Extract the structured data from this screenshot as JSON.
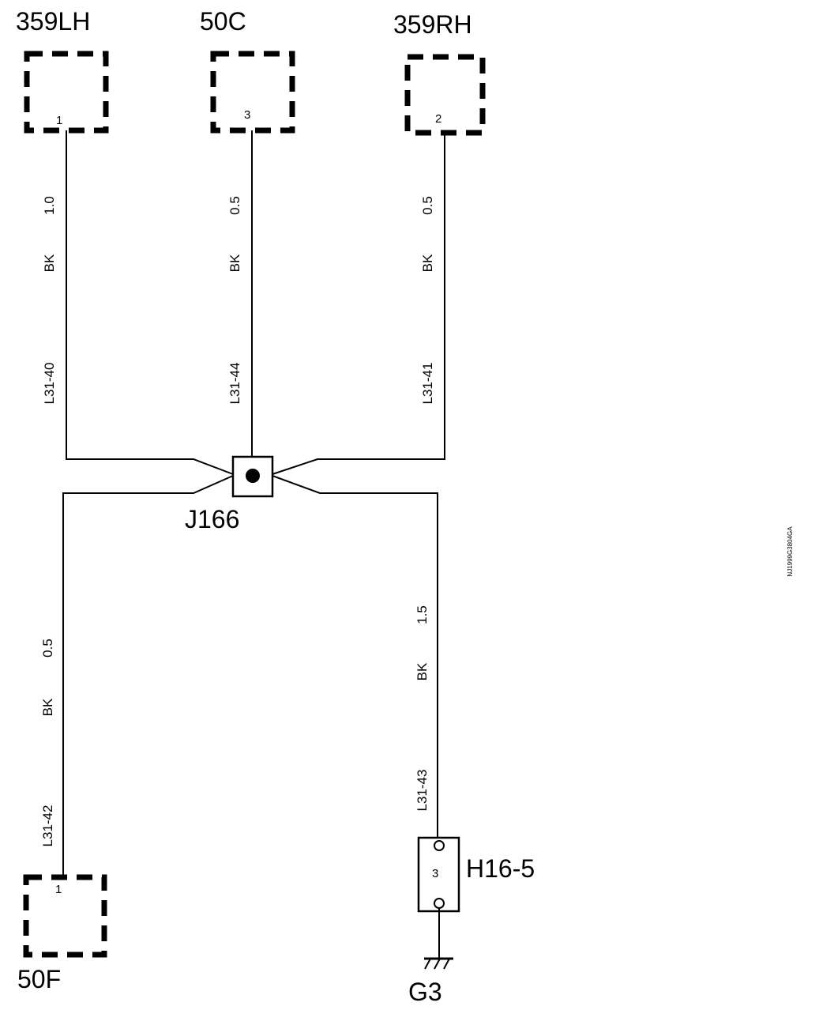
{
  "connectors": {
    "c359lh": {
      "label": "359LH",
      "pin": "1"
    },
    "c50c": {
      "label": "50C",
      "pin": "3"
    },
    "c359rh": {
      "label": "359RH",
      "pin": "2"
    },
    "c50f": {
      "label": "50F",
      "pin": "1"
    }
  },
  "wires": {
    "w1": {
      "size": "1.0",
      "color": "BK",
      "circuit": "L31-40"
    },
    "w2": {
      "size": "0.5",
      "color": "BK",
      "circuit": "L31-44"
    },
    "w3": {
      "size": "0.5",
      "color": "BK",
      "circuit": "L31-41"
    },
    "w4": {
      "size": "0.5",
      "color": "BK",
      "circuit": "L31-42"
    },
    "w5": {
      "size": "1.5",
      "color": "BK",
      "circuit": "L31-43"
    }
  },
  "splice": {
    "label": "J166"
  },
  "device": {
    "label": "H16-5",
    "pin": "3"
  },
  "ground": {
    "label": "G3"
  },
  "reference_code": "NJ1999G3804GA"
}
